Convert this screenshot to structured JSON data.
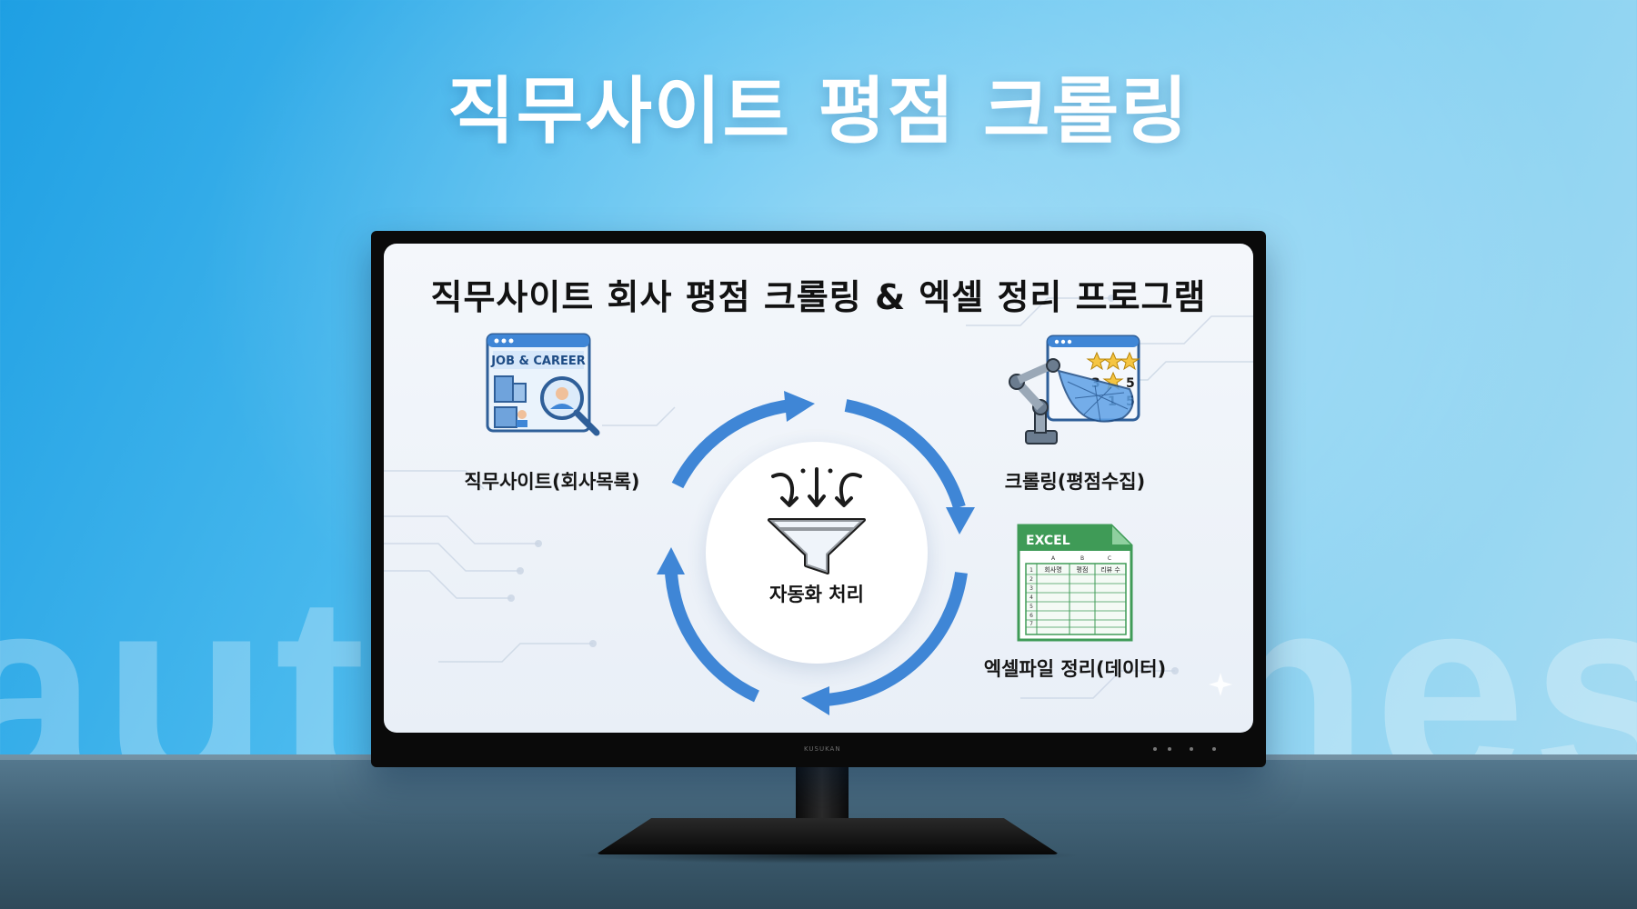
{
  "page": {
    "headline": "직무사이트 평점 크롤링",
    "watermark_text": "automateness"
  },
  "screen": {
    "title": "직무사이트 회사 평점 크롤링 & 엑셀 정리 프로그램",
    "center_label": "자동화 처리",
    "nodes": [
      {
        "label": "직무사이트(회사목록)",
        "icon": "job-site-icon",
        "icon_text": "JOB & CAREER"
      },
      {
        "label": "크롤링(평점수집)",
        "icon": "robot-arm-icon",
        "icon_text": [
          "3",
          "5",
          "1",
          "5"
        ]
      },
      {
        "label": "엑셀파일 정리(데이터)",
        "icon": "excel-sheet-icon",
        "icon_text": "EXCEL",
        "columns": [
          "A",
          "B",
          "C"
        ],
        "headers": [
          "회사명",
          "평점",
          "리뷰 수"
        ],
        "rows": [
          "1",
          "2",
          "3",
          "4",
          "5",
          "6",
          "7"
        ]
      }
    ]
  },
  "monitor": {
    "brand": "KUSUKAN"
  },
  "colors": {
    "accent": "#3f86d6",
    "background": "#53bff0",
    "excel_green": "#3f9b57"
  }
}
